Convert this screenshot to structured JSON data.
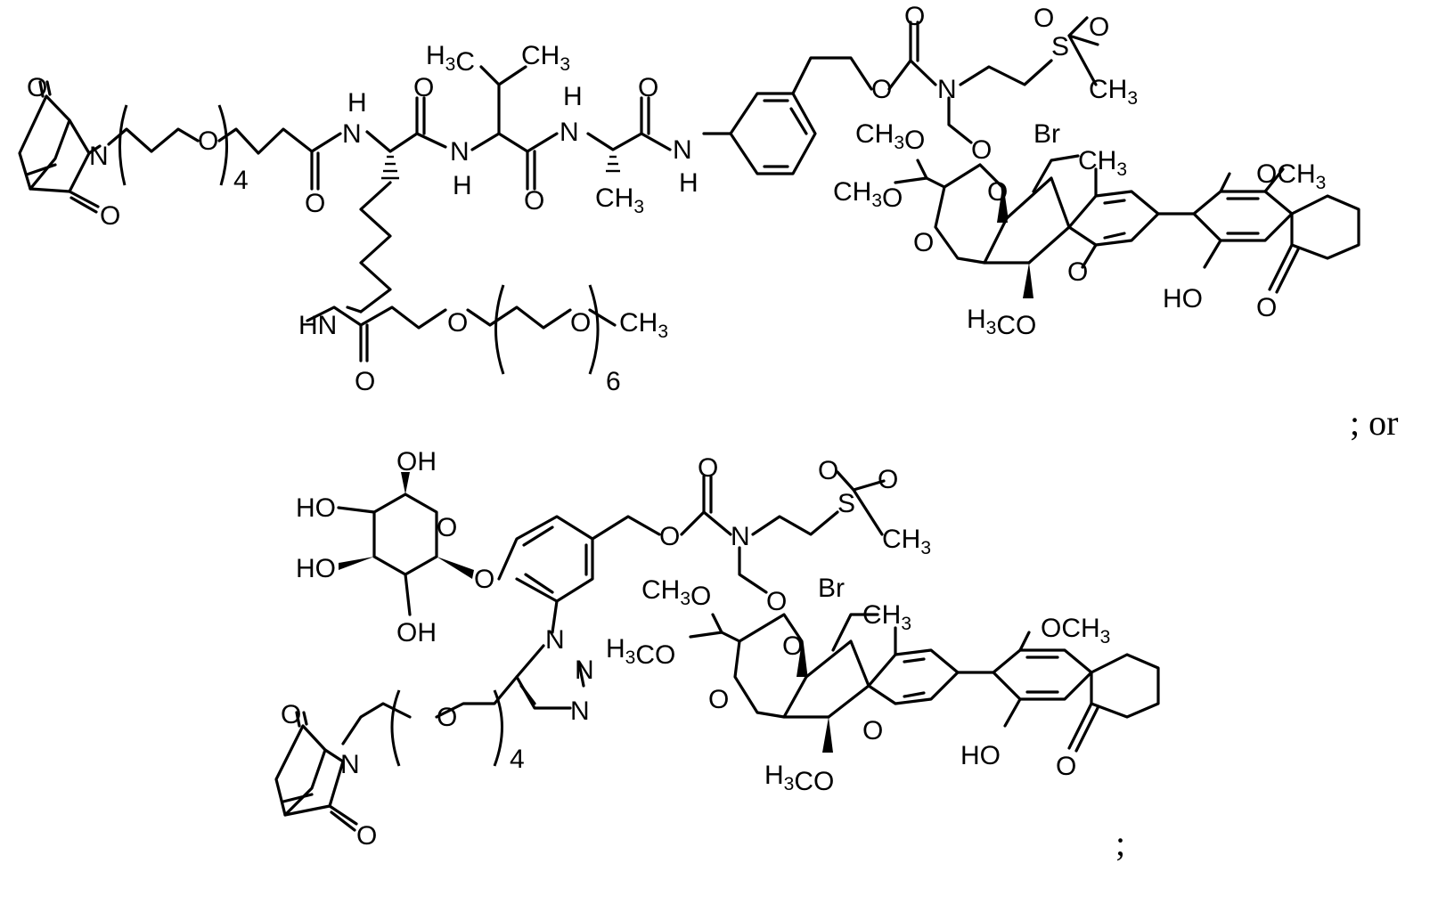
{
  "structure_1": {
    "maleimide_label_o1": "O",
    "maleimide_label_n": "N",
    "maleimide_label_o2": "O",
    "peg4_label_o": "O",
    "peg4_repeat": "4",
    "amide1_label_o": "O",
    "lys_nh_label_n": "N",
    "lys_nh_label_h": "H",
    "lys_co_label_o": "O",
    "val_nh_label_n": "N",
    "val_nh_label_h": "H",
    "val_methyl_left": "H3C",
    "val_methyl_right": "CH3",
    "val_co_label_o": "O",
    "ala_nh_label_h": "H",
    "ala_nh_label_n": "N",
    "ala_methyl": "CH3",
    "ala_co_label_o": "O",
    "anilide_label_n": "N",
    "anilide_label_h": "H",
    "carbamate_o_double": "O",
    "carbamate_o_single": "O",
    "carbamate_n": "N",
    "sulfone_s": "S",
    "sulfone_o1": "O",
    "sulfone_o2": "O",
    "sulfone_methyl": "CH3",
    "hemiaminal_o": "O",
    "br_label": "Br",
    "aryl_methyl": "CH3",
    "ome_top_right": "OCH3",
    "acetal_ome_1": "CH3O",
    "acetal_ome_2": "CH3O",
    "ring_o_1": "O",
    "ring_o_2": "O",
    "ring_o_3": "O",
    "bridge_ome": "H3CO",
    "phenol_oh": "HO",
    "ketone_o": "O",
    "lys_side_nh": "HN",
    "peg6_amide_o": "O",
    "peg6_o1": "O",
    "peg6_o2": "O",
    "peg6_terminal_methyl": "CH3",
    "peg6_repeat": "6"
  },
  "separator_1": "; or",
  "structure_2": {
    "sugar_oh_top": "OH",
    "sugar_oh_left": "HO",
    "sugar_ring_o": "O",
    "sugar_oh_lower_left": "HO",
    "sugar_oh_bottom": "OH",
    "glycoside_o": "O",
    "carbamate_o_double": "O",
    "carbamate_o_single": "O",
    "carbamate_n": "N",
    "sulfone_s": "S",
    "sulfone_o1": "O",
    "sulfone_o2": "O",
    "sulfone_methyl": "CH3",
    "hemiaminal_o": "O",
    "br_label": "Br",
    "aryl_methyl": "CH3",
    "ome_top_right": "OCH3",
    "acetal_ome_1": "CH3O",
    "acetal_ome_2": "H3CO",
    "triazole_n1": "N",
    "triazole_n2": "N",
    "triazole_n3": "N",
    "ring_o_1": "O",
    "ring_o_2": "O",
    "ring_o_3": "O",
    "bridge_ome": "H3CO",
    "phenol_oh": "HO",
    "ketone_o": "O",
    "maleimide_label_o1": "O",
    "maleimide_label_n": "N",
    "maleimide_label_o2": "O",
    "peg4_label_o": "O",
    "peg4_repeat": "4"
  },
  "separator_2": ";"
}
